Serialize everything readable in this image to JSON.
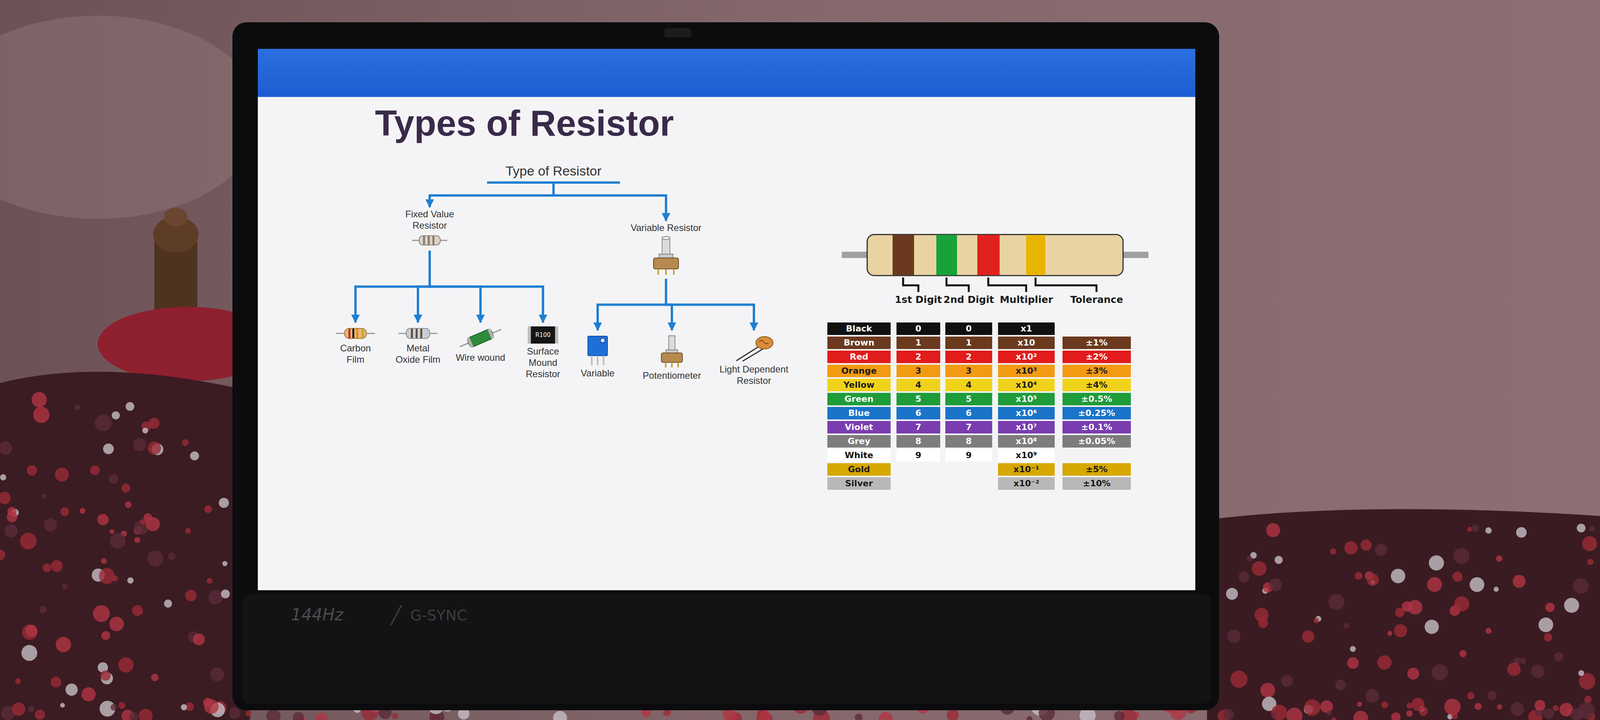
{
  "diagram": {
    "title": "Types of Resistor",
    "nodes": [
      {
        "text": [
          "Type of Resistor"
        ]
      },
      {
        "text": [
          "Fixed Value Resistor"
        ]
      },
      {
        "text": [
          "Variable Resistor"
        ]
      },
      {
        "text": [
          "Carbon Film"
        ]
      },
      {
        "text": [
          "Metal Oxide Film"
        ]
      },
      {
        "text": [
          "Wire wound"
        ]
      },
      {
        "text": [
          "Surface Mound Resistor"
        ]
      },
      {
        "text": [
          "Variable"
        ]
      },
      {
        "text": [
          "Potentiometer"
        ]
      },
      {
        "text": [
          "Light Dependent Resistor"
        ]
      }
    ],
    "edges": [
      {
        "from": 0,
        "to": 1,
        "arrow": "to"
      },
      {
        "from": 0,
        "to": 2,
        "arrow": "to"
      },
      {
        "from": 1,
        "to": 3,
        "arrow": "to"
      },
      {
        "from": 1,
        "to": 4,
        "arrow": "to"
      },
      {
        "from": 1,
        "to": 5,
        "arrow": "to"
      },
      {
        "from": 1,
        "to": 6,
        "arrow": "to"
      },
      {
        "from": 2,
        "to": 7,
        "arrow": "to"
      },
      {
        "from": 2,
        "to": 8,
        "arrow": "to"
      },
      {
        "from": 2,
        "to": 9,
        "arrow": "to"
      }
    ],
    "labels": [
      "R100",
      "1st Digit",
      "2nd Digit",
      "Multiplier",
      "Tolerance",
      "Black",
      "0",
      "0",
      "x1",
      "Brown",
      "1",
      "1",
      "x10",
      "±1%",
      "Red",
      "2",
      "2",
      "x10²",
      "±2%",
      "Orange",
      "3",
      "3",
      "x10³",
      "±3%",
      "Yellow",
      "4",
      "4",
      "x10⁴",
      "±4%",
      "Green",
      "5",
      "5",
      "x10⁵",
      "±0.5%",
      "Blue",
      "6",
      "6",
      "x10⁶",
      "±0.25%",
      "Violet",
      "7",
      "7",
      "x10⁷",
      "±0.1%",
      "Grey",
      "8",
      "8",
      "x10⁸",
      "±0.05%",
      "White",
      "9",
      "9",
      "x10⁹",
      "Gold",
      "x10⁻¹",
      "±5%",
      "Silver",
      "x10⁻²",
      "±10%",
      "144Hz",
      "G-SYNC"
    ]
  }
}
